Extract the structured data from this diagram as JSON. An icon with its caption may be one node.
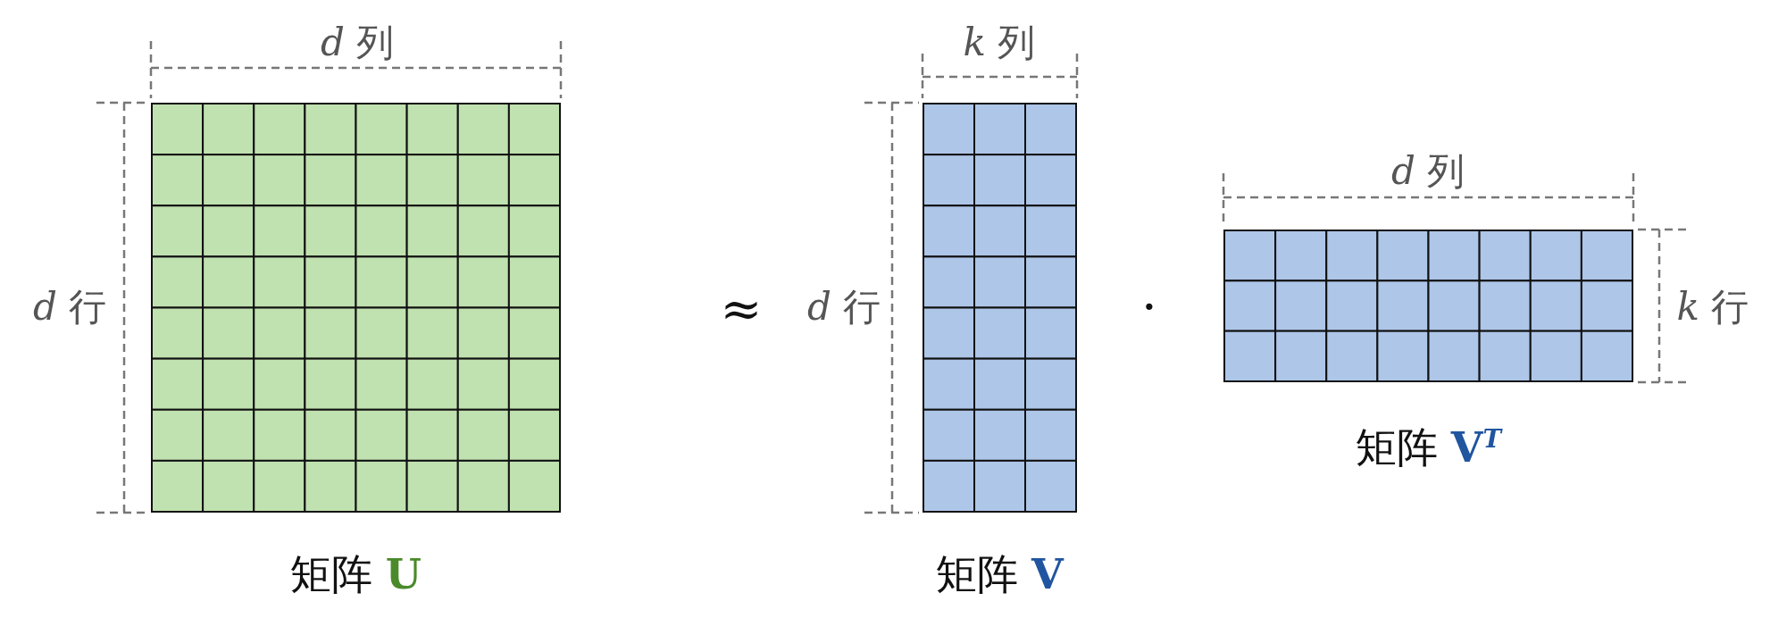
{
  "diagram": {
    "nodes": [
      {
        "text": [
          "矩阵 **U**"
        ]
      },
      {
        "text": [
          "矩阵 **V**"
        ]
      },
      {
        "text": [
          "矩阵 **V**$^{T}$"
        ]
      }
    ],
    "labels": [
      "*d* 列",
      "*d* 行",
      "≈",
      "*k* 列",
      "*d* 行",
      "·",
      "*d* 列",
      "*k* 行"
    ]
  }
}
